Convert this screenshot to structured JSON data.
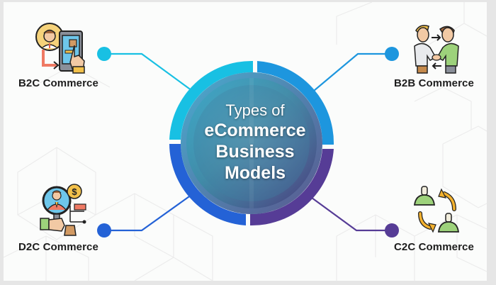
{
  "diagram": {
    "title_lines": [
      "Types of",
      "eCommerce",
      "Business",
      "Models"
    ],
    "colors": {
      "b2c": "#18c0e3",
      "b2b": "#1d96de",
      "d2c": "#2462d6",
      "c2c": "#563c96",
      "text": "#1d1d1d",
      "background": "#fbfcfb",
      "frame": "#e6e6e6"
    },
    "nodes": [
      {
        "id": "b2c",
        "label": "B2C Commerce",
        "icon": "customer-service-tablet-icon",
        "position": "top-left"
      },
      {
        "id": "b2b",
        "label": "B2B Commerce",
        "icon": "business-handshake-icon",
        "position": "top-right"
      },
      {
        "id": "d2c",
        "label": "D2C Commerce",
        "icon": "magnifier-customer-shopping-icon",
        "position": "bottom-left"
      },
      {
        "id": "c2c",
        "label": "C2C Commerce",
        "icon": "consumer-exchange-icon",
        "position": "bottom-right"
      }
    ]
  }
}
